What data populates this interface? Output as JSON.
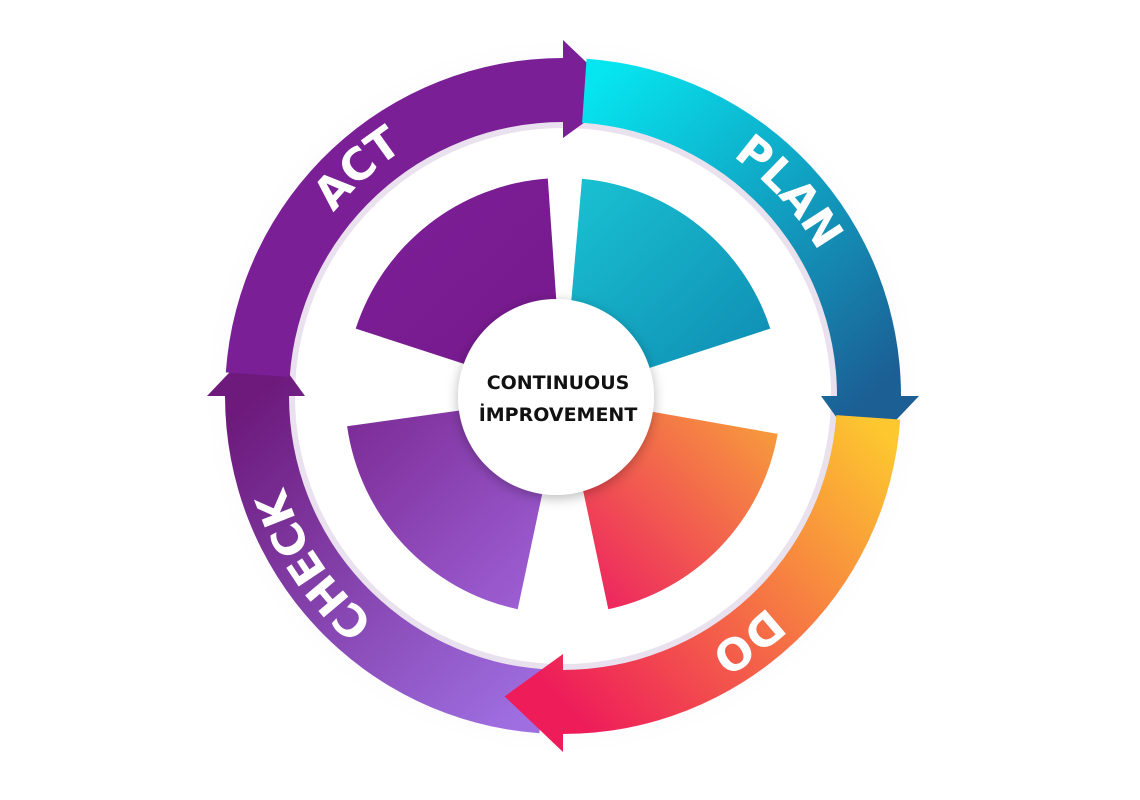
{
  "diagram": {
    "center": {
      "line1": "CONTINUOUS",
      "line2": "İMPROVEMENT"
    },
    "phases": [
      {
        "id": "plan",
        "label": "PLAN",
        "colors": [
          "#06e6f0",
          "#1b5f95"
        ]
      },
      {
        "id": "do",
        "label": "DO",
        "colors": [
          "#fdc72f",
          "#ee1d5a"
        ]
      },
      {
        "id": "check",
        "label": "CHECK",
        "colors": [
          "#9f6fe2",
          "#6d1a7c"
        ]
      },
      {
        "id": "act",
        "label": "ACT",
        "colors": [
          "#7a1f96",
          "#7a1f96"
        ]
      }
    ]
  }
}
